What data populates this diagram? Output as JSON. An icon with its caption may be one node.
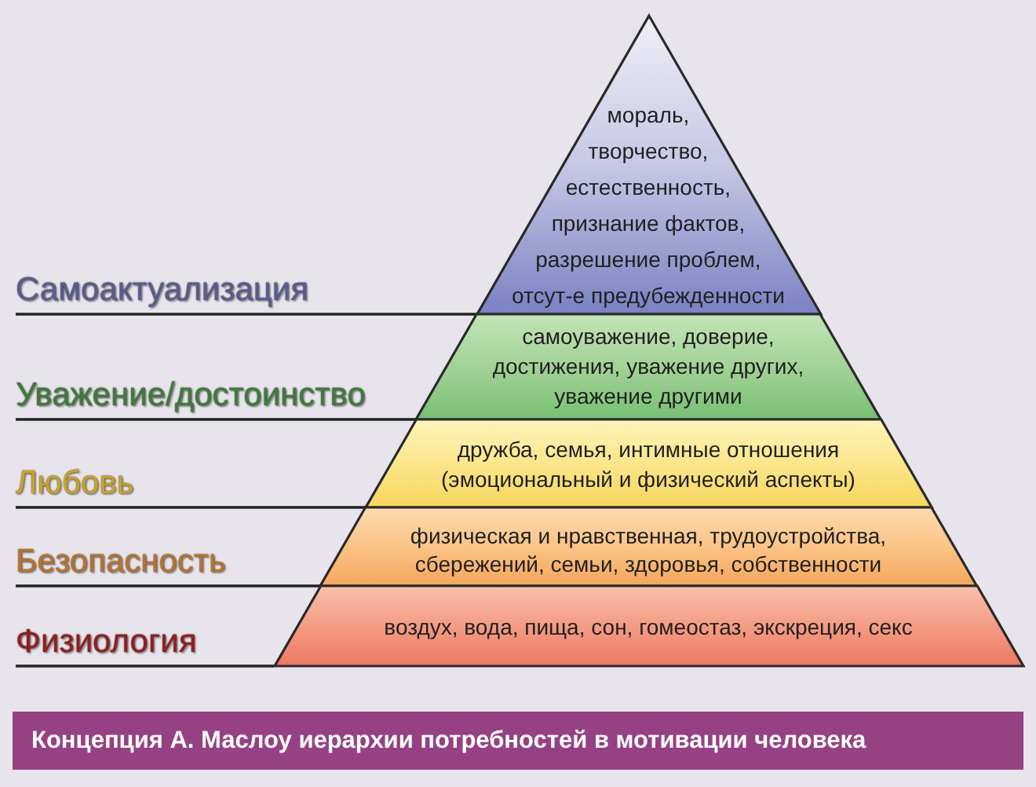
{
  "diagram": {
    "caption": "Концепция А. Маслоу иерархии потребностей в мотивации человека",
    "nodes": [
      {
        "text": [
          "мораль, творчество, естественность, признание фактов, разрешение проблем, отсут-е предубежденности"
        ]
      },
      {
        "text": [
          "Самоактуализация"
        ]
      },
      {
        "text": [
          "самоуважение, доверие, достижения, уважение других, уважение другими"
        ]
      },
      {
        "text": [
          "Уважение/достоинство"
        ]
      },
      {
        "text": [
          "дружба, семья, интимные отношения (эмоциональный и физический аспекты)"
        ]
      },
      {
        "text": [
          "Любовь"
        ]
      },
      {
        "text": [
          "физическая и нравственная, трудоустройства, сбережений, семьи, здоровья, собственности"
        ]
      },
      {
        "text": [
          "Безопасность"
        ]
      },
      {
        "text": [
          "воздух, вода, пища, сон, гомеостаз, экскреция, секс"
        ]
      },
      {
        "text": [
          "Физиология"
        ]
      }
    ],
    "edges": [
      {
        "from": 1,
        "to": 0,
        "arrow": "none"
      },
      {
        "from": 3,
        "to": 2,
        "arrow": "none"
      },
      {
        "from": 5,
        "to": 4,
        "arrow": "none"
      },
      {
        "from": 7,
        "to": 6,
        "arrow": "none"
      },
      {
        "from": 9,
        "to": 8,
        "arrow": "none"
      }
    ]
  }
}
